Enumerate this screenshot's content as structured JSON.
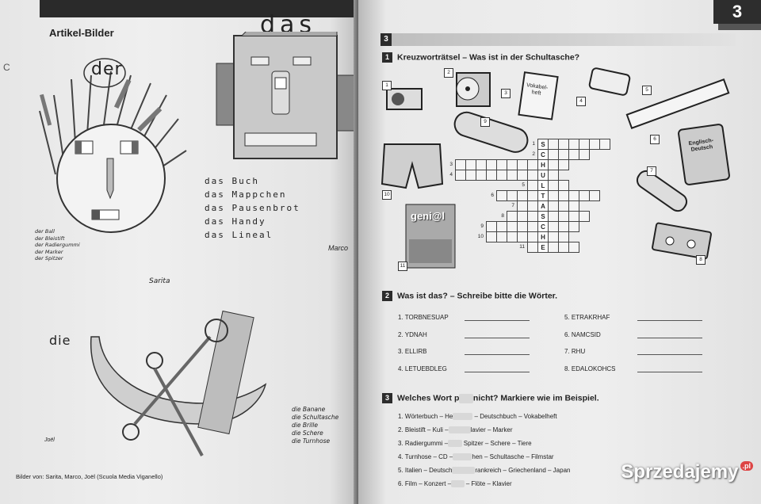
{
  "left": {
    "title": "Artikel-Bilder",
    "der": {
      "word": "der",
      "items": [
        "der Ball",
        "der Bleistift",
        "der Radiergummi",
        "der Marker",
        "der Spitzer"
      ],
      "artist": "Sarita"
    },
    "das": {
      "word": "das",
      "items": [
        "das Buch",
        "das Mappchen",
        "das Pausenbrot",
        "das Handy",
        "das Lineal"
      ],
      "artist": "Marco"
    },
    "die": {
      "word": "die",
      "items": [
        "die Banane",
        "die Schultasche",
        "die Brille",
        "die Schere",
        "die Turnhose"
      ],
      "artist": "Joël"
    },
    "caption": "Bilder von: Sarita, Marco, Joël (Scuola Media Viganello)"
  },
  "right": {
    "page_number": "3",
    "section_number": "3",
    "task1": {
      "number": "1",
      "title": "Kreuzworträtsel – Was ist in der Schultasche?",
      "book_label": "Vokabel- heft",
      "dict_label": "Englisch- Deutsch",
      "textbook_label": "geni@l",
      "object_numbers": [
        "1",
        "2",
        "3",
        "4",
        "5",
        "6",
        "7",
        "8",
        "9",
        "10",
        "11"
      ],
      "solution": [
        "S",
        "C",
        "H",
        "U",
        "L",
        "T",
        "A",
        "S",
        "C",
        "H",
        "E"
      ],
      "row_numbers": [
        "1",
        "2",
        "3",
        "4",
        "5",
        "6",
        "7",
        "8",
        "9",
        "10",
        "11"
      ]
    },
    "task2": {
      "number": "2",
      "title": "Was ist das? – Schreibe bitte die Wörter.",
      "items_left": [
        "1. TORBNESUAP",
        "2. YDNAH",
        "3. ELLIRB",
        "4. LETUEBDLEG"
      ],
      "items_right": [
        "5. ETRAKRHAF",
        "6. NAMCSID",
        "7. RHU",
        "8. EDALOKOHCS"
      ]
    },
    "task3": {
      "number": "3",
      "title_a": "Welches Wort p",
      "title_b": "nicht? Markiere wie im Beispiel.",
      "items": [
        {
          "a": "1. Wörterbuch – He",
          "b": "– Deutschbuch – Vokabelheft"
        },
        {
          "a": "2. Bleistift – Kuli –",
          "b": "lavier – Marker"
        },
        {
          "a": "3. Radiergummi –",
          "b": "Spitzer – Schere – Tiere"
        },
        {
          "a": "4. Turnhose – CD –",
          "b": "hen – Schultasche – Filmstar"
        },
        {
          "a": "5. Italien – Deutsch",
          "b": "rankreich – Griechenland – Japan"
        },
        {
          "a": "6. Film – Konzert –",
          "b": "– Flöte – Klavier"
        }
      ]
    }
  },
  "watermark": {
    "text": "Sprzedajemy",
    "badge": ".pl"
  }
}
